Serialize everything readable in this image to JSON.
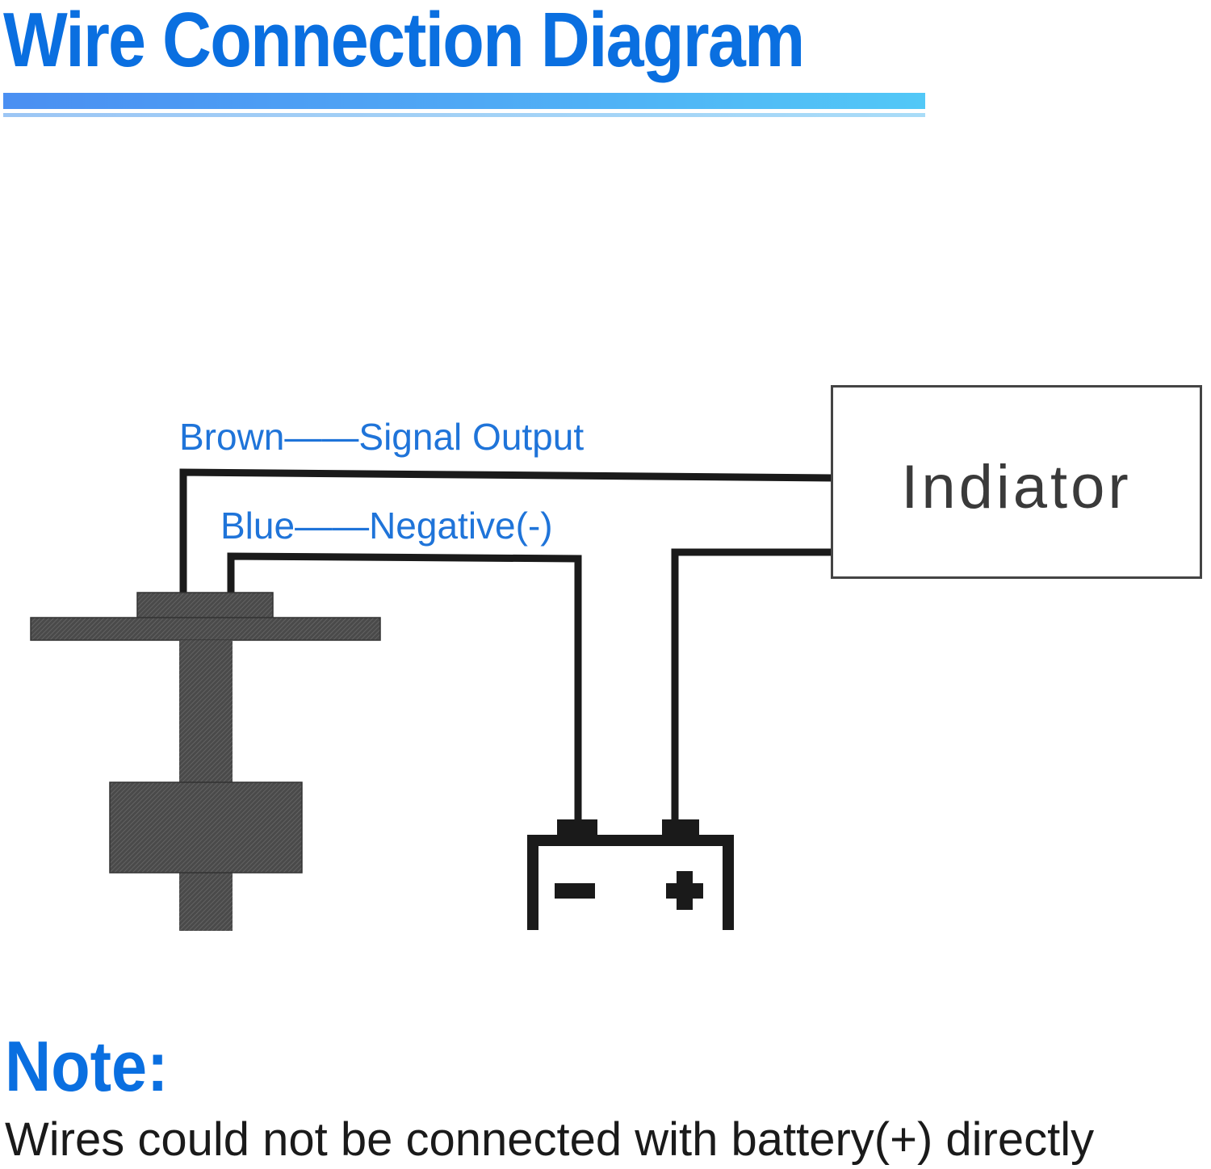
{
  "title": "Wire Connection Diagram",
  "labels": {
    "brown": "Brown——Signal Output",
    "blue": "Blue——Negative(-)"
  },
  "indicator": {
    "label": "Indiator"
  },
  "battery": {
    "negative": "-",
    "positive": "+"
  },
  "note": {
    "title": "Note:",
    "text": "Wires could not be connected with battery(+) directly"
  },
  "colors": {
    "title": "#0a6fe0",
    "label": "#1f74d9",
    "wire": "#1a1a1a",
    "sensor": "#4a4a4a"
  }
}
